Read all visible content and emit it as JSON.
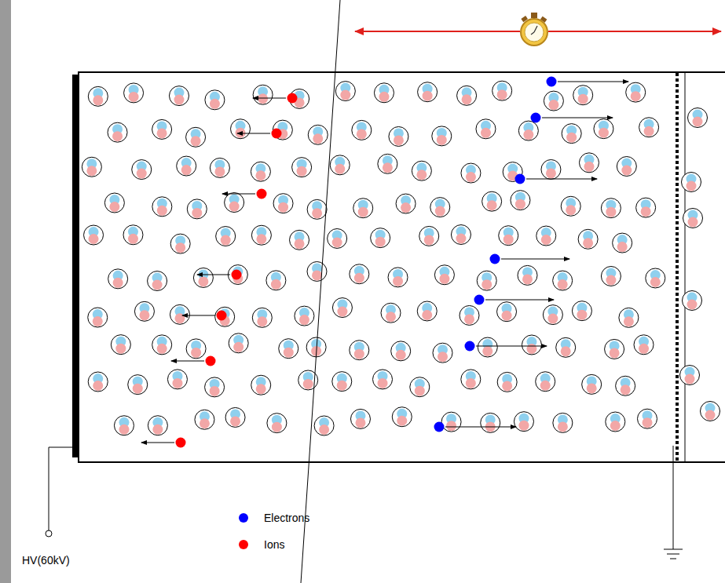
{
  "diagram": {
    "labels": [
      "HV(60kV)"
    ],
    "legend": [
      {
        "text": "Electrons",
        "color": "#0000ff"
      },
      {
        "text": "Ions",
        "color": "#ff0000"
      }
    ]
  }
}
